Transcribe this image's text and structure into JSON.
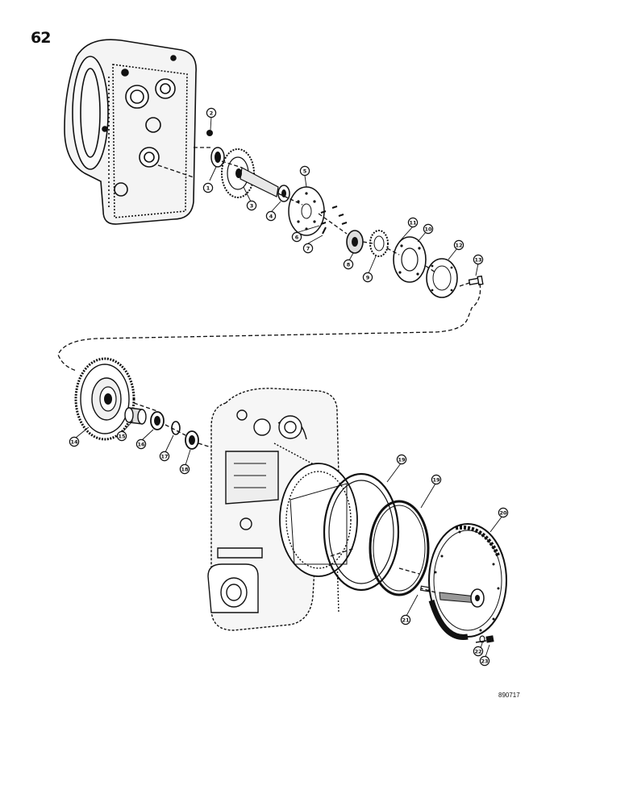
{
  "page_number": "62",
  "figure_id": "890717",
  "colors": {
    "ink": "#111111",
    "paper": "#ffffff"
  },
  "callouts": [
    "1",
    "2",
    "3",
    "4",
    "5",
    "6",
    "7",
    "8",
    "9",
    "10",
    "11",
    "12",
    "13",
    "14",
    "15",
    "16",
    "17",
    "18",
    "19",
    "19",
    "20",
    "21",
    "22",
    "23"
  ]
}
